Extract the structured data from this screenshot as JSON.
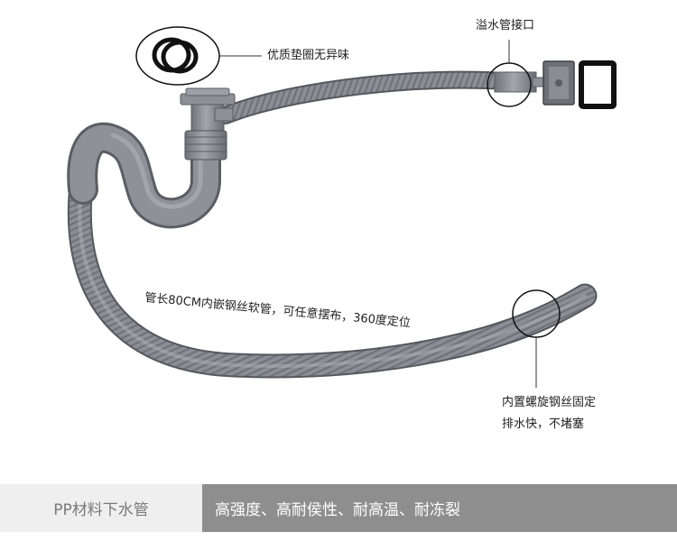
{
  "callouts": {
    "gasket": "优质垫圈无异味",
    "overflow_port": "溢水管接口",
    "hose_length": "管长80CM内嵌钢丝软管，可任意摆布，360度定位",
    "spiral_line1": "内置螺旋钢丝固定",
    "spiral_line2": "排水快，不堵塞"
  },
  "spec_bar": {
    "product": "PP材料下水管",
    "features": "高强度、高耐侯性、耐高温、耐冻裂"
  },
  "colors": {
    "pipe": "#8a8d93",
    "pipe_dark": "#5f6268",
    "bar_left": "#efefef",
    "bar_right": "#8e8e8e"
  }
}
